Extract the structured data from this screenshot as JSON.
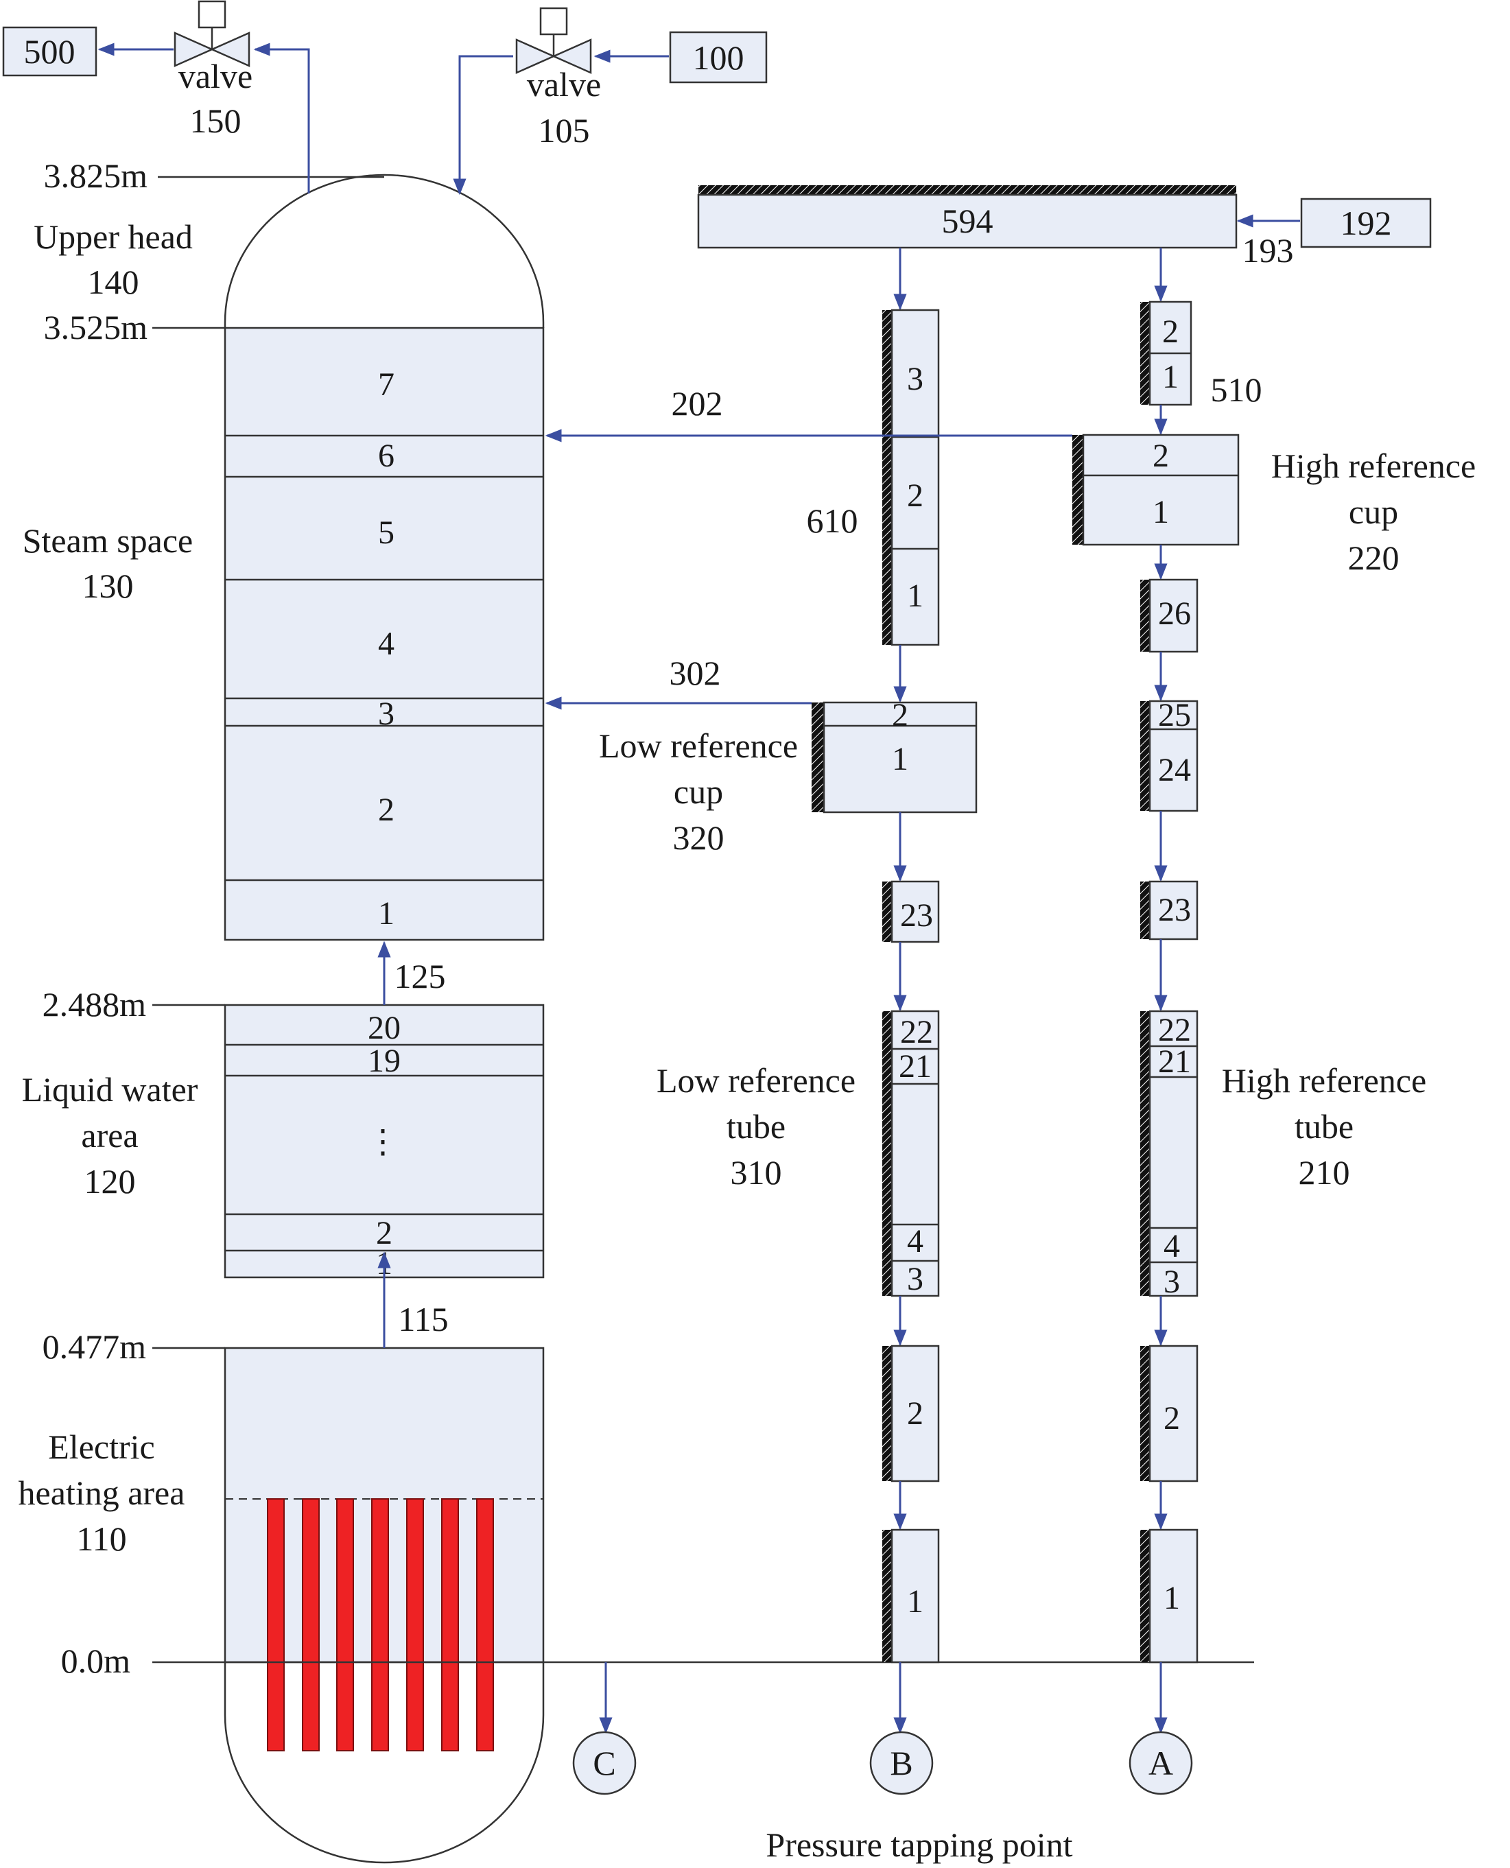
{
  "colors": {
    "box_fill": "#e8edf7",
    "flow_arrow": "#3b4ea0",
    "heater": "#ee2224",
    "wall_hatch": "#1a1a1a"
  },
  "boundaries": {
    "top": "500",
    "inlet": "100",
    "feed": "192",
    "feed_junction": "193"
  },
  "valves": [
    {
      "word": "valve",
      "num": "150"
    },
    {
      "word": "valve",
      "num": "105"
    }
  ],
  "elevations": {
    "e3825": "3.825m",
    "e3525": "3.525m",
    "e2488": "2.488m",
    "e0477": "0.477m",
    "e0": "0.0m"
  },
  "regions": {
    "upper_head": [
      "Upper head",
      "140"
    ],
    "steam_space": [
      "Steam space",
      "130"
    ],
    "liquid_water": [
      "Liquid water",
      "area",
      "120"
    ],
    "electric_heating": [
      "Electric",
      "heating area",
      "110"
    ]
  },
  "steam_cells": [
    "7",
    "6",
    "5",
    "4",
    "3",
    "2",
    "1"
  ],
  "liquid_cells": [
    "20",
    "19",
    "⋮",
    "2",
    "1"
  ],
  "junctions": {
    "j125": "125",
    "j115": "115",
    "j202": "202",
    "j302": "302",
    "j610": "610",
    "j510": "510"
  },
  "header_pipe": "594",
  "pipe610_cells": [
    "3",
    "2",
    "1"
  ],
  "pipe510_cells": [
    "2",
    "1"
  ],
  "high_ref_cup": {
    "cells": [
      "2",
      "1"
    ],
    "label": [
      "High reference",
      "cup",
      "220"
    ]
  },
  "low_ref_cup": {
    "cells": [
      "2",
      "1"
    ],
    "label": [
      "Low reference",
      "cup",
      "320"
    ]
  },
  "high_ref_tube": {
    "label": [
      "High reference",
      "tube",
      "210"
    ]
  },
  "low_ref_tube": {
    "label": [
      "Low reference",
      "tube",
      "310"
    ]
  },
  "right_column": {
    "c26": "26",
    "c25": "25",
    "c24": "24",
    "c23": "23",
    "c22": "22",
    "c21": "21",
    "c4": "4",
    "c3": "3",
    "c2": "2",
    "c1": "1"
  },
  "middle_column": {
    "c23": "23",
    "c22": "22",
    "c21": "21",
    "c4": "4",
    "c3": "3",
    "c2": "2",
    "c1": "1"
  },
  "taps": [
    "C",
    "B",
    "A"
  ],
  "tap_caption": "Pressure tapping point"
}
